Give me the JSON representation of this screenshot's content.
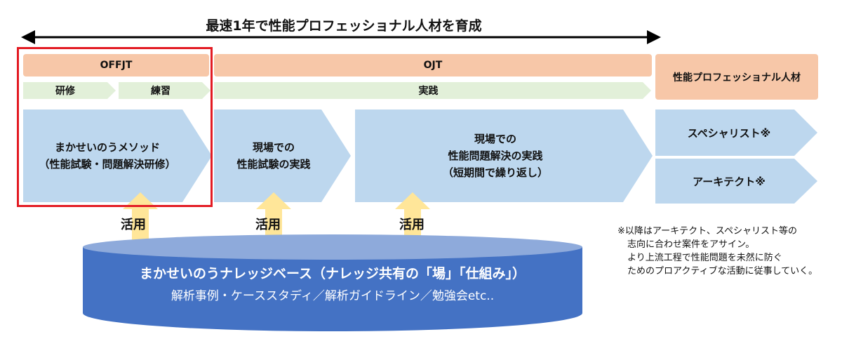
{
  "title": "最速1年で性能プロフェッショナル人材を育成",
  "phases": {
    "offjt": "OFFJT",
    "ojt": "OJT",
    "result": "性能プロフェッショナル人材"
  },
  "steps": {
    "kenshu": "研修",
    "renshu": "練習",
    "jissen": "実践"
  },
  "stages": {
    "method": [
      "まかせいのうメソッド",
      "（性能試験・問題解決研修）"
    ],
    "field1": [
      "現場での",
      "性能試験の実践"
    ],
    "field2": [
      "現場での",
      "性能問題解決の実践",
      "（短期間で繰り返し）"
    ]
  },
  "roles": {
    "specialist": "スペシャリスト※",
    "architect": "アーキテクト※"
  },
  "usage_label": "活用",
  "knowledge_base": {
    "title": "まかせいのうナレッジベース（ナレッジ共有の「場」「仕組み」）",
    "subtitle": "解析事例・ケーススタディ／解析ガイドライン／勉強会etc.."
  },
  "note": [
    "※以降はアーキテクト、スペシャリスト等の",
    "志向に合わせ案件をアサイン。",
    "より上流工程で性能問題を未然に防ぐ",
    "ためのプロアクティブな活動に従事していく。"
  ],
  "colors": {
    "bar": "#f7c7a8",
    "step": "#e2f0d9",
    "stage": "#bdd7ee",
    "arrow": "#ffe699",
    "cylinder": "#4472c4",
    "cylinder_top": "#8eaadb",
    "highlight": "#e31b23"
  }
}
